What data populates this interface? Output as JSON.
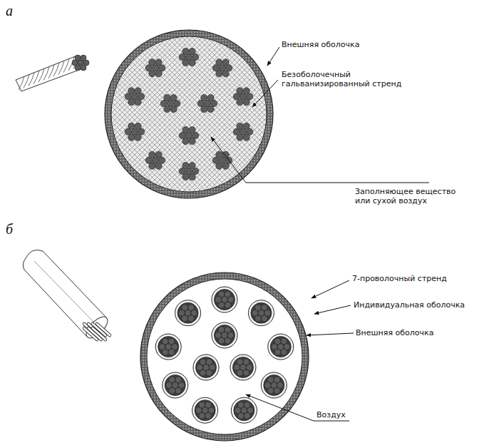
{
  "diagram": {
    "labels": [
      "а",
      "Внешняя оболочка",
      "Безоболочечный гальванизированный стренд",
      "Заполняющее вещество или сухой воздух",
      "б",
      "7-проволочный стренд",
      "Индивидуальная оболочка",
      "Внешняя оболочка",
      "Воздух"
    ]
  }
}
